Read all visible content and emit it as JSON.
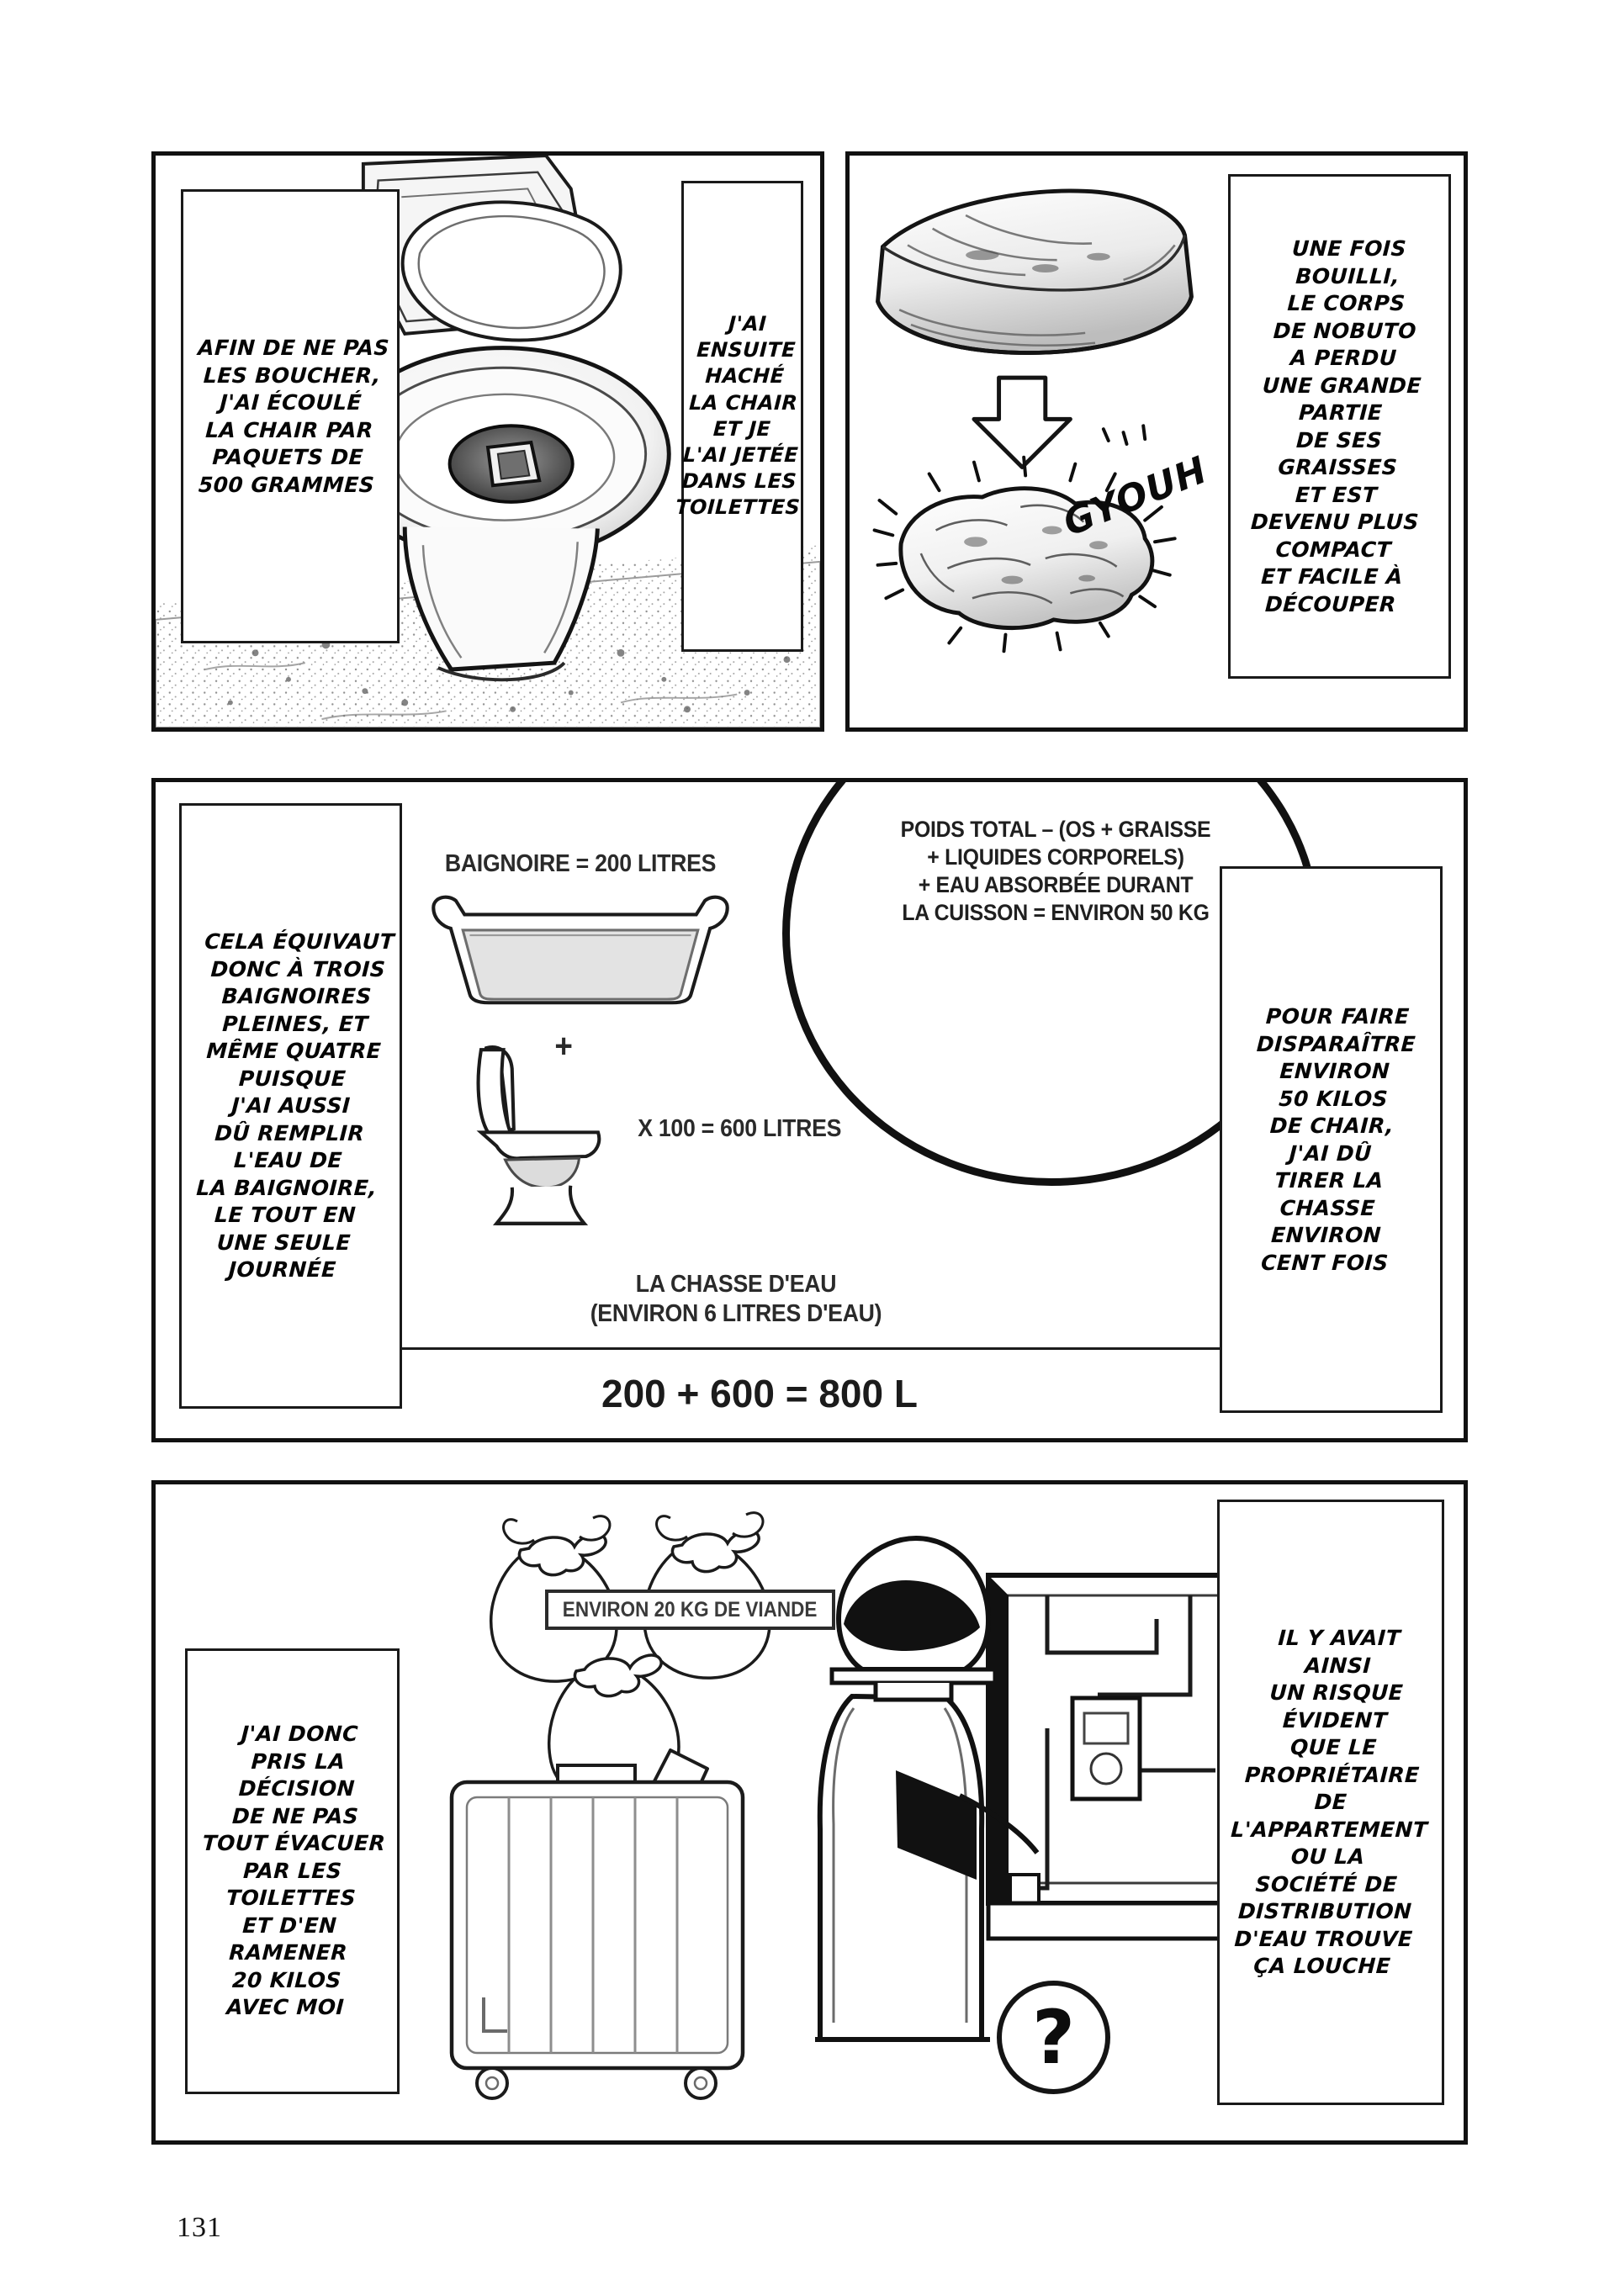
{
  "page": {
    "number": "131",
    "background_color": "#ffffff",
    "ink_color": "#111111"
  },
  "panels": [
    {
      "id": "panel-1",
      "captions": [
        {
          "name": "caption-flush-packets",
          "text": "AFIN DE NE PAS\nLES BOUCHER,\nJ'AI ÉCOULÉ\nLA CHAIR PAR\nPAQUETS DE\n500 GRAMMES"
        },
        {
          "name": "caption-minced-flesh",
          "text": "J'AI\nENSUITE\nHACHÉ\nLA CHAIR\nET JE\nL'AI JETÉE\nDANS LES\nTOILETTES"
        }
      ],
      "art": "toilet-bowl-photo"
    },
    {
      "id": "panel-2",
      "captions": [
        {
          "name": "caption-boiled-body",
          "text": "UNE FOIS\nBOUILLI,\nLE CORPS\nDE NOBUTO\nA PERDU\nUNE GRANDE\nPARTIE\nDE SES\nGRAISSES\nET EST\nDEVENU PLUS\nCOMPACT\nET FACILE À\nDÉCOUPER"
        }
      ],
      "sfx": "GYOUH",
      "art": "slab-to-lump-arrow"
    },
    {
      "id": "panel-3",
      "captions": [
        {
          "name": "caption-three-bathtubs",
          "text": "CELA ÉQUIVAUT\nDONC À TROIS\nBAIGNOIRES\nPLEINES, ET\nMÊME QUATRE\nPUISQUE\nJ'AI AUSSI\nDÛ REMPLIR\nL'EAU DE\nLA BAIGNOIRE,\nLE TOUT EN\nUNE SEULE\nJOURNÉE"
        },
        {
          "name": "caption-hundred-flushes",
          "text": "POUR FAIRE\nDISPARAÎTRE\nENVIRON\n50 KILOS\nDE CHAIR,\nJ'AI DÛ\nTIRER LA\nCHASSE\nENVIRON\nCENT FOIS"
        }
      ],
      "labels": {
        "bathtub": "BAIGNOIRE = 200 LITRES",
        "plus": "+",
        "toilet_multiplier": "X 100 = 600 LITRES",
        "flush_note": "LA CHASSE D'EAU\n(ENVIRON 6 LITRES D'EAU)",
        "total_weight": "POIDS TOTAL – (OS + GRAISSE\n+ LIQUIDES CORPORELS)\n+ EAU ABSORBÉE DURANT\nLA CUISSON = ENVIRON 50 KG",
        "equation": "200 + 600 = 800 L"
      }
    },
    {
      "id": "panel-4",
      "captions": [
        {
          "name": "caption-take-20-kilos",
          "text": "J'AI DONC\nPRIS LA\nDÉCISION\nDE NE PAS\nTOUT ÉVACUER\nPAR LES\nTOILETTES\nET D'EN\nRAMENER\n20 KILOS\nAVEC MOI"
        },
        {
          "name": "caption-landlord-risk",
          "text": "IL Y AVAIT\nAINSI\nUN RISQUE\nÉVIDENT\nQUE LE\nPROPRIÉTAIRE\nDE\nL'APPARTEMENT\nOU LA\nSOCIÉTÉ DE\nDISTRIBUTION\nD'EAU TROUVE\nÇA LOUCHE"
        }
      ],
      "labels": {
        "meat_bags": "ENVIRON 20 KG DE VIANDE",
        "question_mark": "?"
      }
    }
  ]
}
